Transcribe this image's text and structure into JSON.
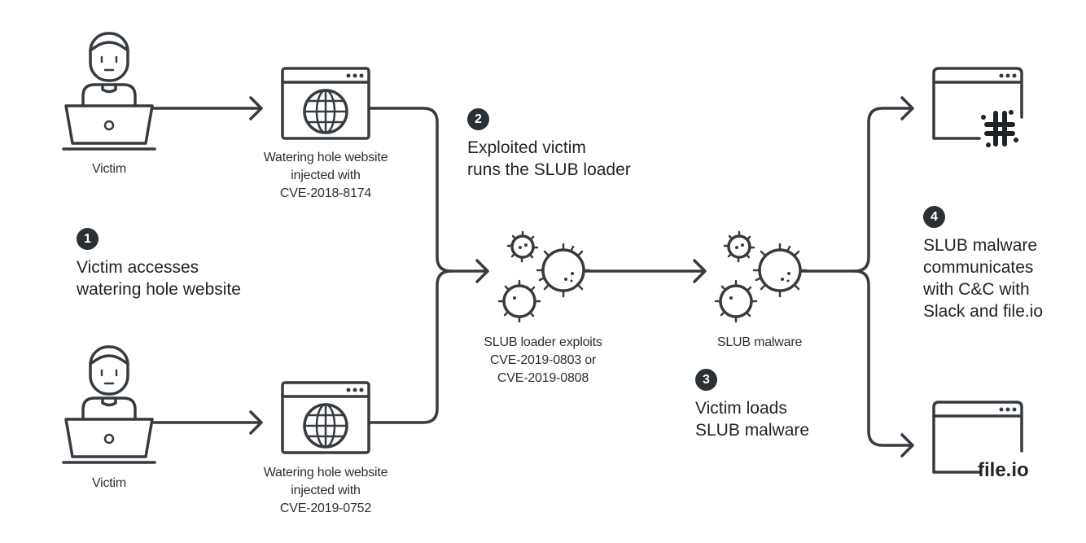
{
  "victims": [
    {
      "label": "Victim"
    },
    {
      "label": "Victim"
    }
  ],
  "websites": [
    {
      "lines": [
        "Watering hole website",
        "injected with",
        "CVE-2018-8174"
      ]
    },
    {
      "lines": [
        "Watering hole website",
        "injected with",
        "CVE-2019-0752"
      ]
    }
  ],
  "loader": {
    "lines": [
      "SLUB loader exploits",
      "CVE-2019-0803 or",
      "CVE-2019-0808"
    ]
  },
  "malware": {
    "label": "SLUB malware"
  },
  "steps": [
    {
      "number": "1",
      "lines": [
        "Victim accesses",
        "watering hole website"
      ]
    },
    {
      "number": "2",
      "lines": [
        "Exploited victim",
        "runs the SLUB loader"
      ]
    },
    {
      "number": "3",
      "lines": [
        "Victim loads",
        "SLUB malware"
      ]
    },
    {
      "number": "4",
      "lines": [
        "SLUB malware",
        "communicates",
        "with C&C with",
        "Slack and file.io"
      ]
    }
  ],
  "services": {
    "slack": {
      "icon": "slack-logo-icon"
    },
    "fileio": {
      "logo_text": "file.io"
    }
  },
  "colors": {
    "ink": "#363b40",
    "badge": "#2b3035",
    "background": "#ffffff"
  }
}
